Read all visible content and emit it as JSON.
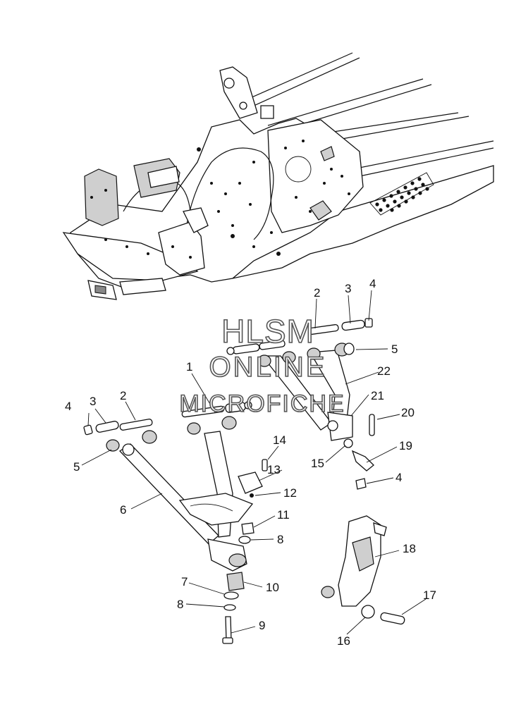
{
  "watermark": {
    "line1": "HLSM",
    "line2": "ONLINE",
    "line3": "MICROFICHE"
  },
  "callouts": [
    {
      "id": "c2a",
      "label": "2"
    },
    {
      "id": "c3a",
      "label": "3"
    },
    {
      "id": "c4a",
      "label": "4"
    },
    {
      "id": "c5a",
      "label": "5"
    },
    {
      "id": "c22",
      "label": "22"
    },
    {
      "id": "c1",
      "label": "1"
    },
    {
      "id": "c21",
      "label": "21"
    },
    {
      "id": "c4b",
      "label": "4"
    },
    {
      "id": "c3b",
      "label": "3"
    },
    {
      "id": "c2b",
      "label": "2"
    },
    {
      "id": "c20",
      "label": "20"
    },
    {
      "id": "c14",
      "label": "14"
    },
    {
      "id": "c19",
      "label": "19"
    },
    {
      "id": "c5b",
      "label": "5"
    },
    {
      "id": "c15",
      "label": "15"
    },
    {
      "id": "c13",
      "label": "13"
    },
    {
      "id": "c4c",
      "label": "4"
    },
    {
      "id": "c12",
      "label": "12"
    },
    {
      "id": "c6",
      "label": "6"
    },
    {
      "id": "c11",
      "label": "11"
    },
    {
      "id": "c8a",
      "label": "8"
    },
    {
      "id": "c18",
      "label": "18"
    },
    {
      "id": "c7",
      "label": "7"
    },
    {
      "id": "c10",
      "label": "10"
    },
    {
      "id": "c8b",
      "label": "8"
    },
    {
      "id": "c17",
      "label": "17"
    },
    {
      "id": "c9",
      "label": "9"
    },
    {
      "id": "c16",
      "label": "16"
    }
  ]
}
